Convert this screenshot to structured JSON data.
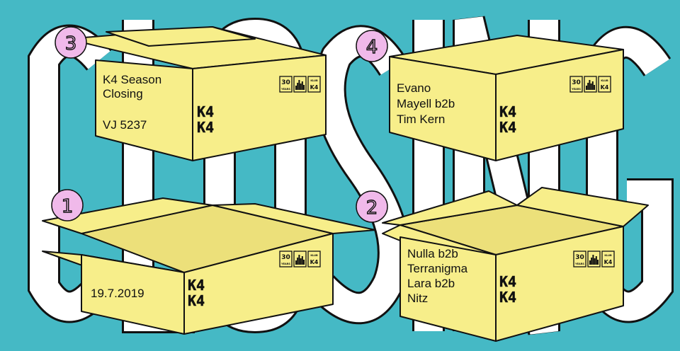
{
  "title": "CLOSING",
  "colors": {
    "background": "#45b9c5",
    "box": "#f7ee8a",
    "badge": "#f0b9ea"
  },
  "badges": {
    "years_num": "30",
    "years_label": "YEARS",
    "club_label": "KLUB",
    "club_name": "K4"
  },
  "logo": {
    "line1": "K4",
    "line2": "K4"
  },
  "boxes": [
    {
      "number": "3",
      "lines": [
        "K4 Season",
        "Closing",
        "VJ 5237"
      ]
    },
    {
      "number": "4",
      "lines": [
        "Evano",
        "Mayell b2b",
        "Tim Kern"
      ]
    },
    {
      "number": "1",
      "lines": [
        "19.7.2019"
      ]
    },
    {
      "number": "2",
      "lines": [
        "Nulla b2b",
        "Terranigma",
        "Lara b2b",
        "Nitz"
      ]
    }
  ]
}
